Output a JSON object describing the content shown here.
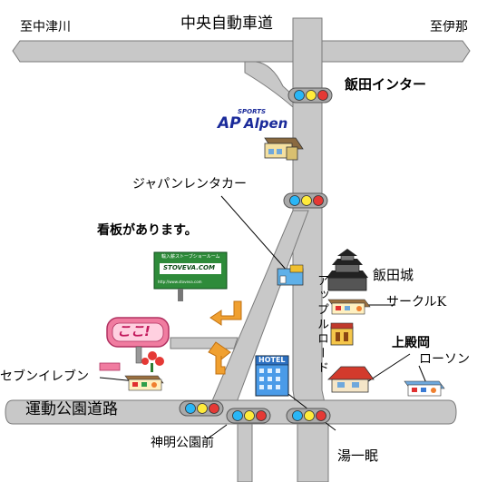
{
  "roads": {
    "expressway": "中央自動車道",
    "to_west": "至中津川",
    "to_east": "至伊那",
    "sports_park_road": "運動公園道路",
    "apple_road": "アップルロード"
  },
  "places": {
    "iida_ic": "飯田インター",
    "alpen_brand_small": "SPORTS",
    "alpen_brand": "Alpen",
    "alpen_mark": "AP",
    "japan_rentacar": "ジャパンレンタカー",
    "signboard_note": "看板があります。",
    "iida_castle": "飯田城",
    "circle_k": "サークルK",
    "kamitonooka": "上殿岡",
    "lawson": "ローソン",
    "seven_eleven": "セブンイレブン",
    "shinmei_park_front": "神明公園前",
    "yuichimin": "湯一眠",
    "hotel_sign": "HOTEL",
    "koko_sign": "ここ!",
    "store_sign_top": "輸入薪ストーブショールーム",
    "store_sign_main": "STOVEVA.COM",
    "store_sign_url": "http://www.stoveva.com"
  },
  "colors": {
    "road": "#c8c8c8",
    "road_edge": "#7a7a7a",
    "signal_body": "#a9a9a9",
    "arrow": "#f0a030",
    "koko_pink": "#f07ca0",
    "alpen_blue": "#1a2a9a"
  }
}
